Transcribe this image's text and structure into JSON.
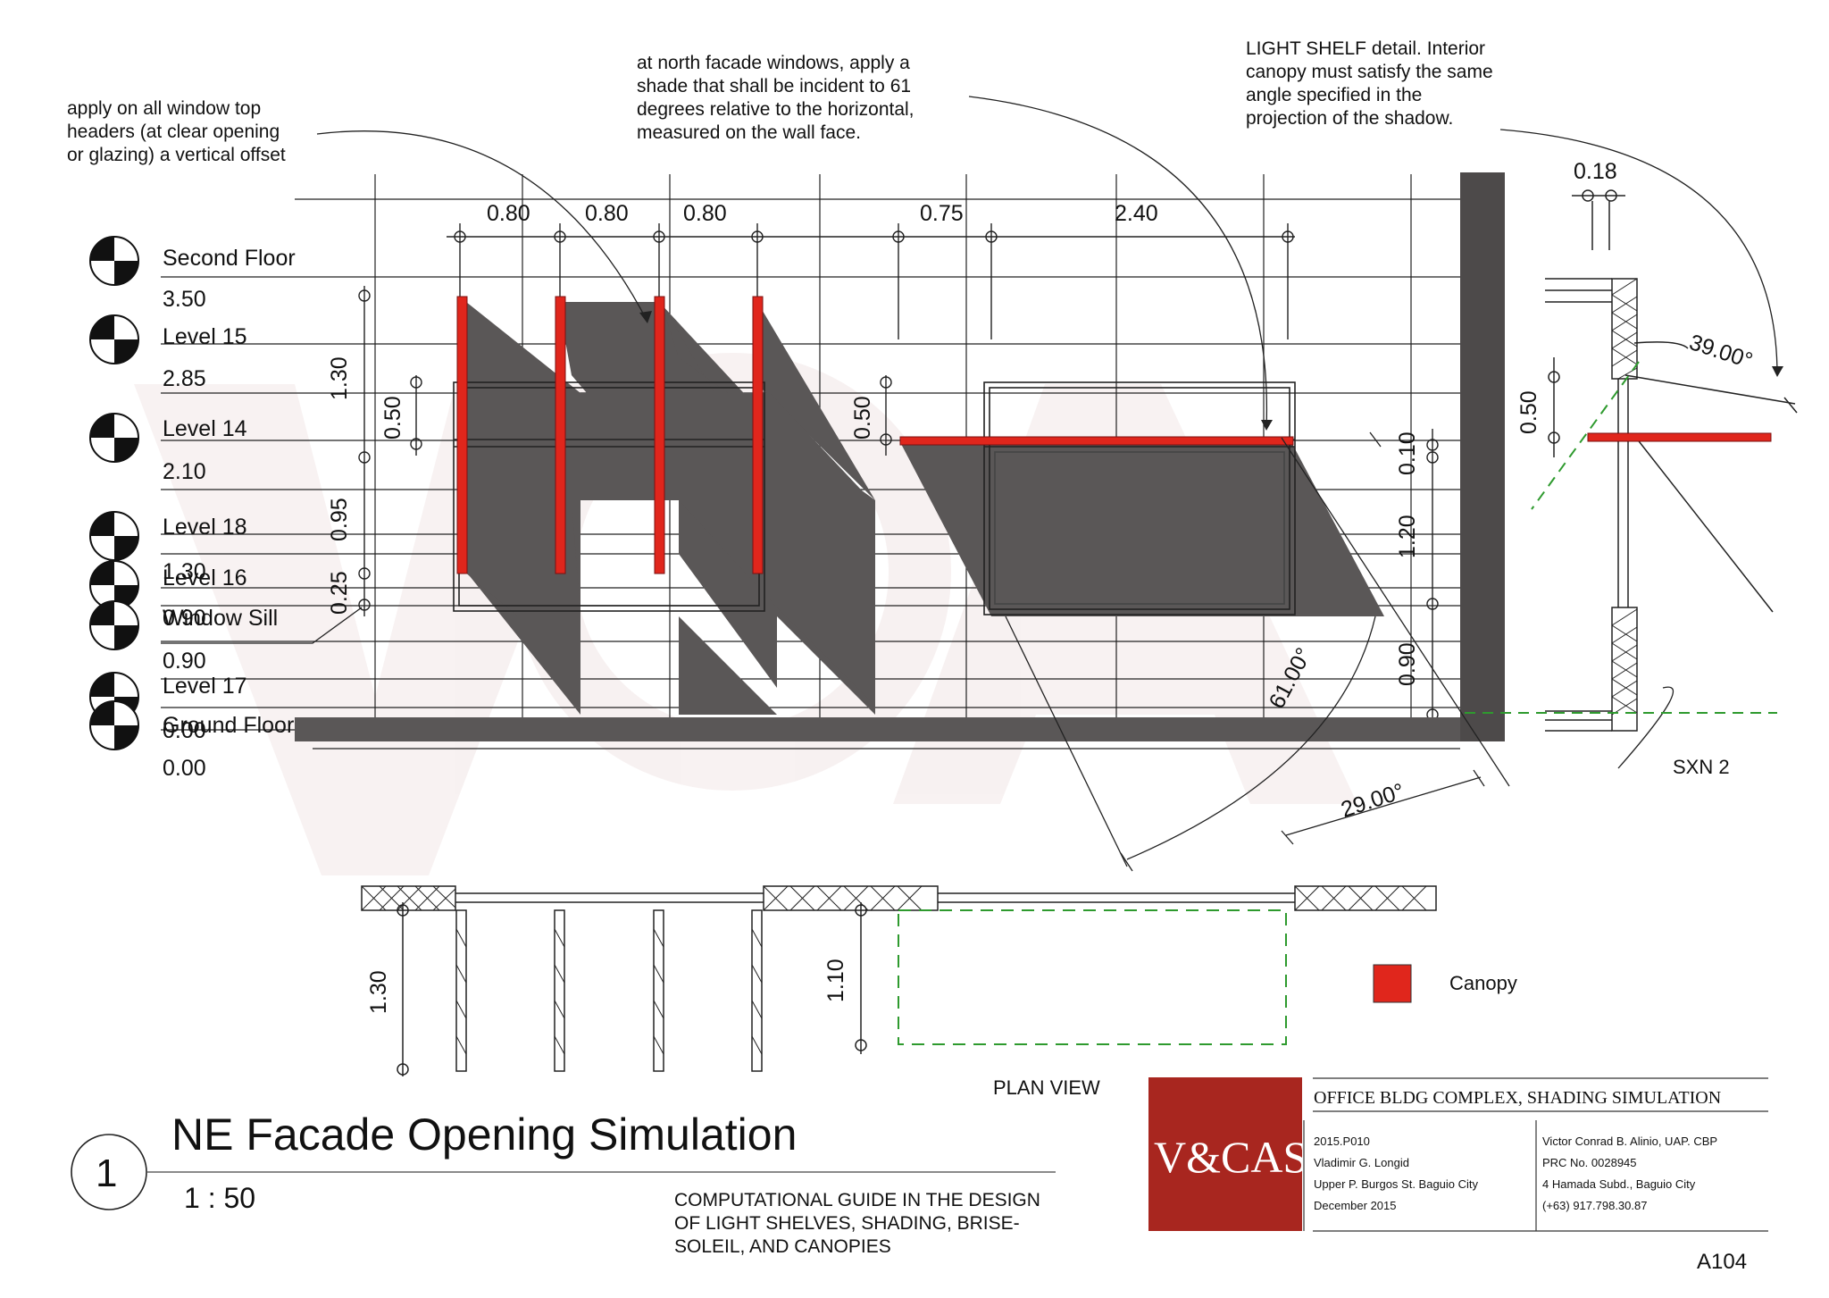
{
  "notes": {
    "vertical_offset": [
      "apply on all window top",
      "headers (at clear opening",
      "or glazing) a vertical offset"
    ],
    "north_facade": [
      "at north facade windows, apply a",
      "shade that shall be incident to 61",
      "degrees relative to the horizontal,",
      "measured on the wall face."
    ],
    "light_shelf": [
      "LIGHT SHELF detail. Interior",
      "canopy must satisfy the same",
      "angle specified in the",
      "projection of the shadow."
    ]
  },
  "levels": [
    {
      "name": "Second Floor",
      "elevation": "3.50"
    },
    {
      "name": "Level 15",
      "elevation": "2.85"
    },
    {
      "name": "Level 14",
      "elevation": "2.10"
    },
    {
      "name": "Level 18",
      "elevation": "1.30"
    },
    {
      "name": "Level 16",
      "elevation": ""
    },
    {
      "name": "Window Sill",
      "elevation": "0.90"
    },
    {
      "name": "Level 17",
      "elevation": "0.90"
    },
    {
      "name": "Ground Floor",
      "elevation": "0.00"
    },
    {
      "name": "",
      "elevation": "0.00"
    }
  ],
  "dimensions": {
    "top": [
      "0.80",
      "0.80",
      "0.80",
      "0.75",
      "2.40"
    ],
    "left": [
      "1.30",
      "0.50",
      "0.95",
      "0.25"
    ],
    "left_window2": "0.50",
    "right": [
      "0.10",
      "1.20",
      "0.90"
    ],
    "section_top": "0.18",
    "section_shelf": "0.50",
    "plan_left": "1.30",
    "plan_mid": "1.10",
    "angles": [
      "39.00°",
      "61.00°",
      "29.00°"
    ]
  },
  "labels": {
    "section_marker": "SXN 2",
    "plan_view": "PLAN VIEW",
    "legend_canopy": "Canopy",
    "view_number": "1",
    "view_title": "NE Facade Opening Simulation",
    "scale": "1 : 50",
    "description": [
      "COMPUTATIONAL GUIDE IN THE DESIGN",
      "OF LIGHT SHELVES, SHADING, BRISE-",
      "SOLEIL, AND CANOPIES"
    ],
    "sheet_number": "A104"
  },
  "title_block": {
    "logo_text": "V&CAS",
    "project_title": "OFFICE BLDG COMPLEX, SHADING SIMULATION",
    "left_info": [
      "2015.P010",
      "Vladimir G. Longid",
      "Upper P. Burgos St. Baguio City",
      "December 2015"
    ],
    "right_info": [
      "Victor Conrad B. Alinio, UAP. CBP",
      "PRC No. 0028945",
      "4 Hamada Subd., Baguio City",
      "(+63) 917.798.30.87"
    ]
  },
  "colors": {
    "canopy_red": "#e0261c",
    "shadow_gray": "#5a5757",
    "logo_red": "#a8261f",
    "wall_dark": "#4d4a4a",
    "green_dash": "#2e9a2e"
  }
}
